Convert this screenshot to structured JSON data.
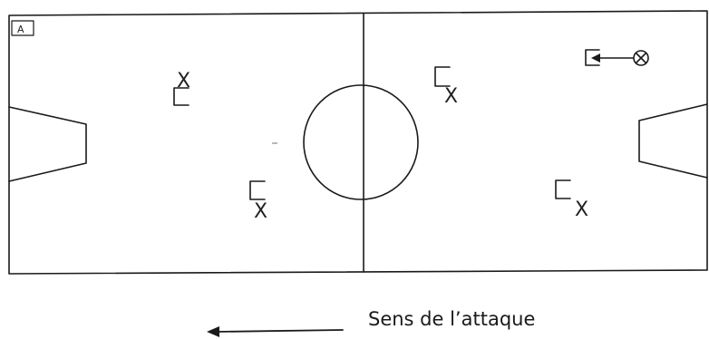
{
  "diagram": {
    "corner_label": "A",
    "players": [
      {
        "team": "defense",
        "mark": "X"
      },
      {
        "team": "defense",
        "mark": "X"
      },
      {
        "team": "defense",
        "mark": "X"
      },
      {
        "team": "defense",
        "mark": "X"
      }
    ],
    "ball_holder_symbol": "ball-cross-circle",
    "caption": "Sens de l’attaque",
    "direction": "left"
  }
}
